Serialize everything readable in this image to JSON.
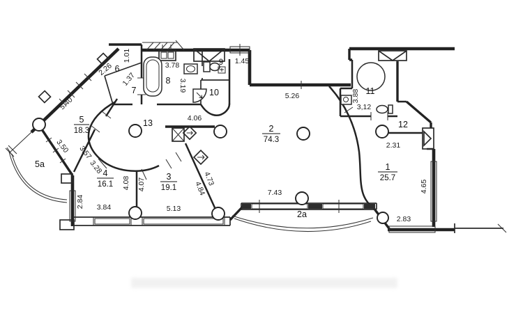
{
  "colors": {
    "ink": "#222222",
    "paper": "#ffffff",
    "window_hatch": "#555555",
    "lintel_fill": "#2e2e2e"
  },
  "rooms": {
    "r1": {
      "num": "1",
      "area": "25.7"
    },
    "r2": {
      "num": "2",
      "area": "74.3"
    },
    "r2a": {
      "num": "2a"
    },
    "r3": {
      "num": "3",
      "area": "19.1"
    },
    "r4": {
      "num": "4",
      "area": "16.1"
    },
    "r5": {
      "num": "5",
      "area": "18.3"
    },
    "r5a": {
      "num": "5a"
    },
    "r6": {
      "num": "6"
    },
    "r7": {
      "num": "7"
    },
    "r8": {
      "num": "8"
    },
    "r9": {
      "num": "9"
    },
    "r10": {
      "num": "10"
    },
    "r11": {
      "num": "11"
    },
    "r12": {
      "num": "12"
    },
    "r13": {
      "num": "13"
    }
  },
  "dims": {
    "d5_40": "5.40",
    "d3_50": "3.50",
    "d3_57": "3.57",
    "d3_28": "3.28",
    "d2_84": "2.84",
    "d3_84": "3.84",
    "d4_08": "4.08",
    "d4_07": "4.07",
    "d5_13": "5.13",
    "d4_84": "4.84",
    "d4_73": "4.73",
    "d4_06": "4.06",
    "d1_01": "1.01",
    "d2_26": "2.26",
    "d1_37": "1.37",
    "d3_78": "3.78",
    "d3_19": "3.19",
    "d1_45": "1.45",
    "d5_26": "5.26",
    "d3_88": "3.88",
    "d3_12": "3,12",
    "d2_31": "2.31",
    "d4_65": "4.65",
    "d2_83": "2.83",
    "d7_43": "7.43"
  }
}
